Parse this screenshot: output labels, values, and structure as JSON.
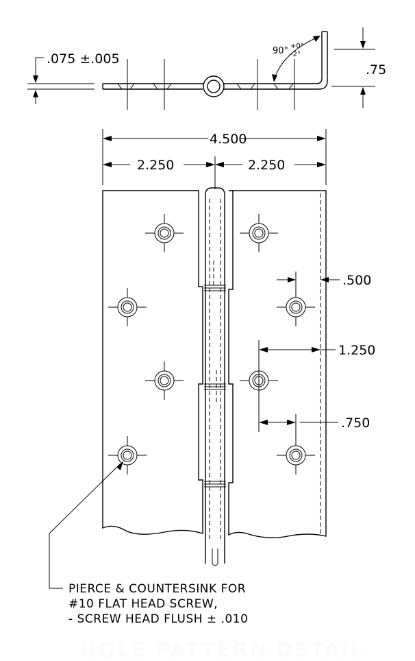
{
  "drawing": {
    "thickness_label": ".075 ±.005",
    "angle_label_main": "90°",
    "angle_tol_plus": "+0°",
    "angle_tol_minus": "-2°",
    "leaf_height_label": ".75",
    "overall_width_label": "4.500",
    "half_width_left_label": "2.250",
    "half_width_right_label": "2.250",
    "edge_offset_label": ".500",
    "hole_spacing_label": "1.250",
    "stagger_label": ".750",
    "note_line1": "PIERCE & COUNTERSINK FOR",
    "note_line2": "#10 FLAT HEAD SCREW,",
    "note_line3": "- SCREW HEAD FLUSH ± .010",
    "title": "HOLE PATTERN DETAIL"
  }
}
